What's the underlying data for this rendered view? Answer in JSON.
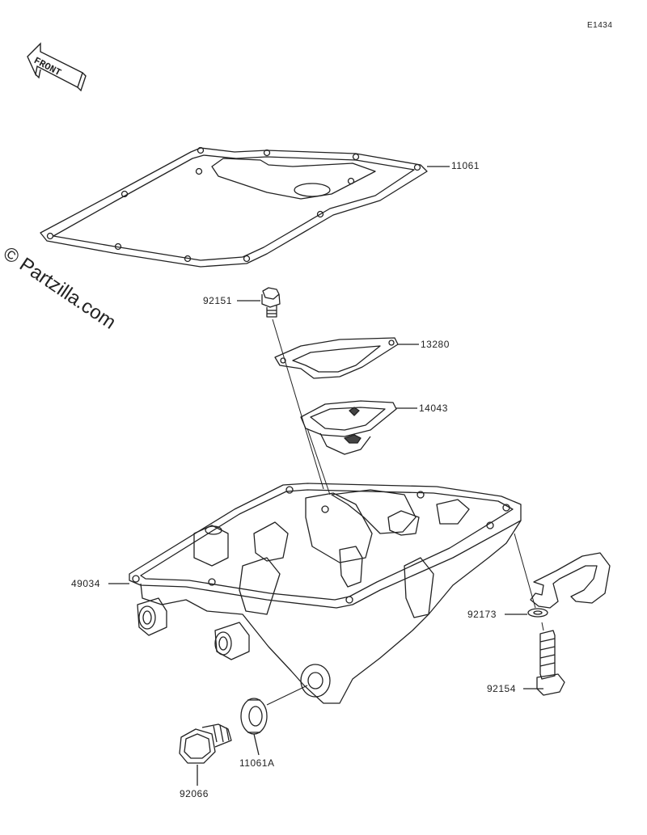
{
  "diagram_code": "E1434",
  "front_label": "FRONT",
  "watermark": "© Partzilla.com",
  "parts": {
    "gasket": "11061",
    "bolt_cover": "92151",
    "strainer_plate": "13280",
    "strainer": "14043",
    "oil_pan": "49034",
    "washer_bracket": "92173",
    "bolt_bracket": "92154",
    "drain_washer": "11061A",
    "drain_plug": "92066"
  }
}
